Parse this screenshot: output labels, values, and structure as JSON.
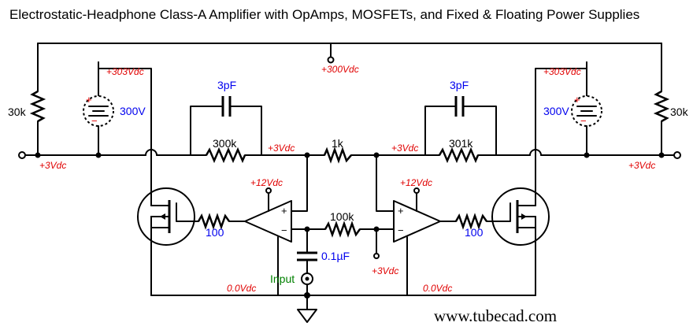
{
  "title": "Electrostatic-Headphone Class-A Amplifier with OpAmps, MOSFETs, and Fixed & Floating Power Supplies",
  "website": "www.tubecad.com",
  "components": {
    "r_left_30k": "30k",
    "r_right_30k": "30k",
    "supply_left": "300V",
    "supply_right": "300V",
    "cap_left_3pF": "3pF",
    "cap_right_3pF": "3pF",
    "r_feedback_left": "300k",
    "r_feedback_right": "301k",
    "r_center_1k": "1k",
    "r_gate_left": "100",
    "r_gate_right": "100",
    "r_center_100k": "100k",
    "cap_input": "0.1µF",
    "input_label": "Input"
  },
  "voltages": {
    "top_rail": "+300Vdc",
    "supply_left_top": "+303Vdc",
    "supply_right_top": "+303Vdc",
    "out_left": "+3Vdc",
    "out_right": "+3Vdc",
    "node_left": "+3Vdc",
    "node_right": "+3Vdc",
    "opamp_left_supply": "+12Vdc",
    "opamp_right_supply": "+12Vdc",
    "center_tap": "+3Vdc",
    "ground_left": "0.0Vdc",
    "ground_right": "0.0Vdc"
  },
  "symbols": {
    "plus": "+",
    "minus": "−"
  },
  "colors": {
    "component_value": "#0000ee",
    "voltage": "#e00000",
    "input": "#008000",
    "wire": "#000000"
  }
}
